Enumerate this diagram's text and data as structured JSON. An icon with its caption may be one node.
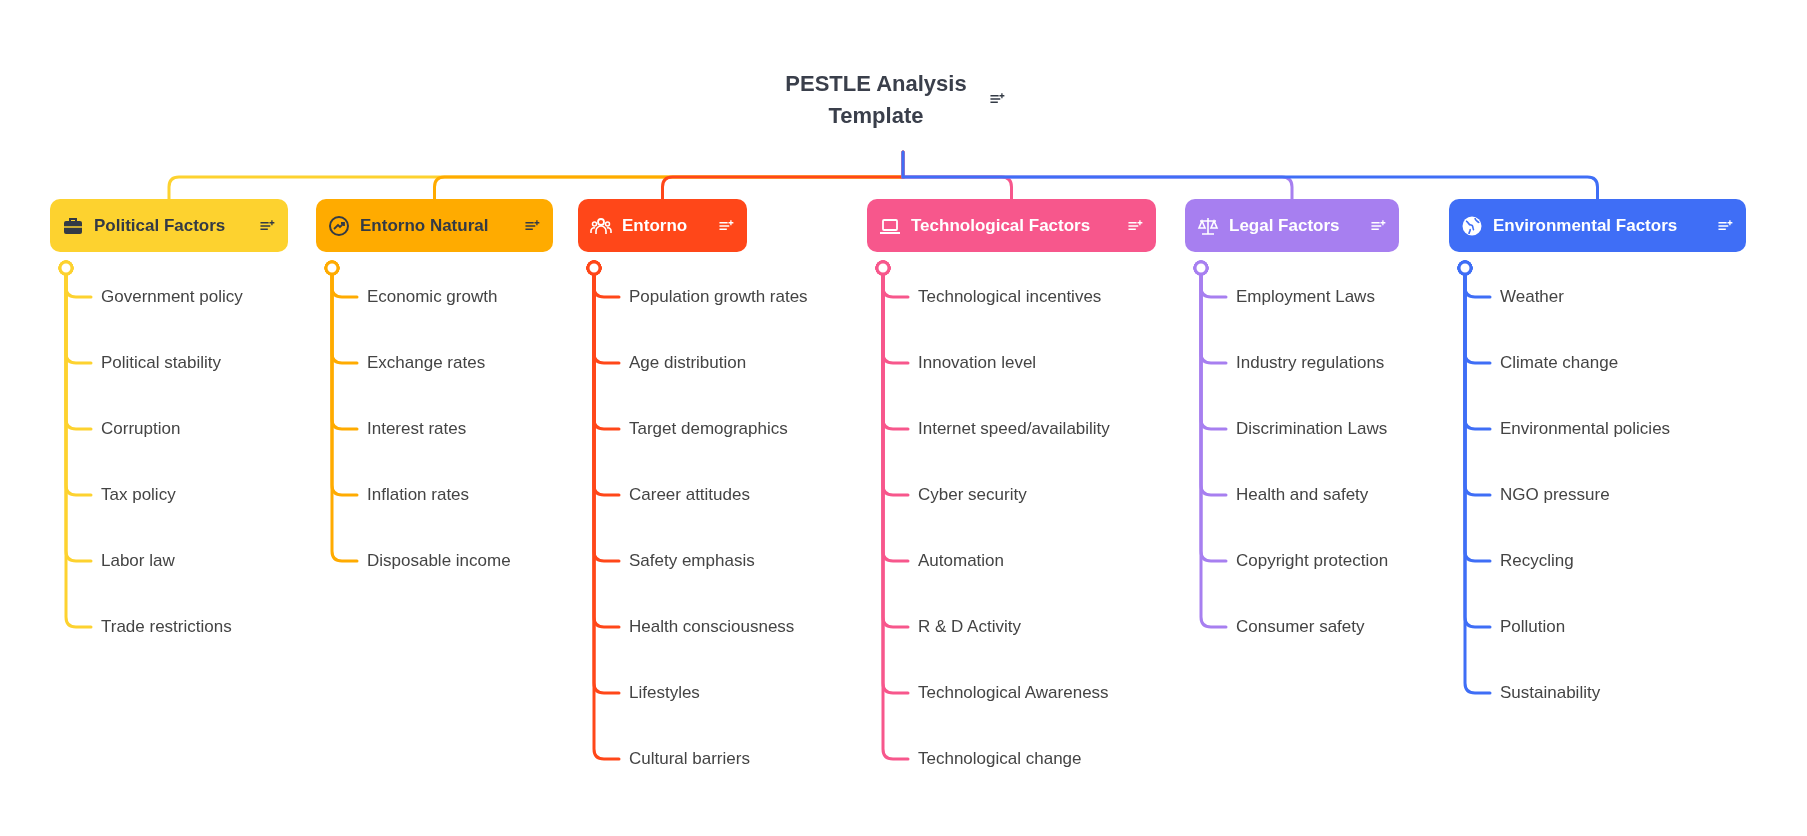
{
  "diagram": {
    "nodes": [
      {
        "text": [
          "PESTLE Analysis Template"
        ]
      },
      {
        "text": [
          "Political Factors"
        ]
      },
      {
        "text": [
          "Entorno Natural"
        ]
      },
      {
        "text": [
          "Entorno"
        ]
      },
      {
        "text": [
          "Technological Factors"
        ]
      },
      {
        "text": [
          "Legal Factors"
        ]
      },
      {
        "text": [
          "Environmental Factors"
        ]
      },
      {
        "text": [
          "Government policy"
        ]
      },
      {
        "text": [
          "Political stability"
        ]
      },
      {
        "text": [
          "Corruption"
        ]
      },
      {
        "text": [
          "Tax policy"
        ]
      },
      {
        "text": [
          "Labor law"
        ]
      },
      {
        "text": [
          "Trade restrictions"
        ]
      },
      {
        "text": [
          "Economic growth"
        ]
      },
      {
        "text": [
          "Exchange rates"
        ]
      },
      {
        "text": [
          "Interest rates"
        ]
      },
      {
        "text": [
          "Inflation rates"
        ]
      },
      {
        "text": [
          "Disposable income"
        ]
      },
      {
        "text": [
          "Population growth rates"
        ]
      },
      {
        "text": [
          "Age distribution"
        ]
      },
      {
        "text": [
          "Target demographics"
        ]
      },
      {
        "text": [
          "Career attitudes"
        ]
      },
      {
        "text": [
          "Safety emphasis"
        ]
      },
      {
        "text": [
          "Health consciousness"
        ]
      },
      {
        "text": [
          "Lifestyles"
        ]
      },
      {
        "text": [
          "Cultural barriers"
        ]
      },
      {
        "text": [
          "Technological incentives"
        ]
      },
      {
        "text": [
          "Innovation level"
        ]
      },
      {
        "text": [
          "Internet speed/availability"
        ]
      },
      {
        "text": [
          "Cyber security"
        ]
      },
      {
        "text": [
          "Automation"
        ]
      },
      {
        "text": [
          "R & D Activity"
        ]
      },
      {
        "text": [
          "Technological Awareness"
        ]
      },
      {
        "text": [
          "Technological change"
        ]
      },
      {
        "text": [
          "Employment Laws"
        ]
      },
      {
        "text": [
          "Industry regulations"
        ]
      },
      {
        "text": [
          "Discrimination Laws"
        ]
      },
      {
        "text": [
          "Health and safety"
        ]
      },
      {
        "text": [
          "Copyright protection"
        ]
      },
      {
        "text": [
          "Consumer safety"
        ]
      },
      {
        "text": [
          "Weather"
        ]
      },
      {
        "text": [
          "Climate change"
        ]
      },
      {
        "text": [
          "Environmental policies"
        ]
      },
      {
        "text": [
          "NGO pressure"
        ]
      },
      {
        "text": [
          "Recycling"
        ]
      },
      {
        "text": [
          "Pollution"
        ]
      },
      {
        "text": [
          "Sustainability"
        ]
      }
    ],
    "edges": [
      {
        "from": 0,
        "to": 1,
        "arrow": "none",
        "color": "#fdd22f"
      },
      {
        "from": 0,
        "to": 2,
        "arrow": "none",
        "color": "#ffab00"
      },
      {
        "from": 0,
        "to": 3,
        "arrow": "none",
        "color": "#ff4719"
      },
      {
        "from": 0,
        "to": 4,
        "arrow": "none",
        "color": "#f7578c"
      },
      {
        "from": 0,
        "to": 5,
        "arrow": "none",
        "color": "#a77ff0"
      },
      {
        "from": 0,
        "to": 6,
        "arrow": "none",
        "color": "#3f6ef6"
      },
      {
        "from": 1,
        "to": 7,
        "arrow": "other",
        "color": "#fdd22f"
      },
      {
        "from": 1,
        "to": 8,
        "arrow": "other",
        "color": "#fdd22f"
      },
      {
        "from": 1,
        "to": 9,
        "arrow": "other",
        "color": "#fdd22f"
      },
      {
        "from": 1,
        "to": 10,
        "arrow": "other",
        "color": "#fdd22f"
      },
      {
        "from": 1,
        "to": 11,
        "arrow": "other",
        "color": "#fdd22f"
      },
      {
        "from": 1,
        "to": 12,
        "arrow": "other",
        "color": "#fdd22f"
      },
      {
        "from": 2,
        "to": 13,
        "arrow": "other",
        "color": "#ffab00"
      },
      {
        "from": 2,
        "to": 14,
        "arrow": "other",
        "color": "#ffab00"
      },
      {
        "from": 2,
        "to": 15,
        "arrow": "other",
        "color": "#ffab00"
      },
      {
        "from": 2,
        "to": 16,
        "arrow": "other",
        "color": "#ffab00"
      },
      {
        "from": 2,
        "to": 17,
        "arrow": "other",
        "color": "#ffab00"
      },
      {
        "from": 3,
        "to": 18,
        "arrow": "other",
        "color": "#ff4719"
      },
      {
        "from": 3,
        "to": 19,
        "arrow": "other",
        "color": "#ff4719"
      },
      {
        "from": 3,
        "to": 20,
        "arrow": "other",
        "color": "#ff4719"
      },
      {
        "from": 3,
        "to": 21,
        "arrow": "other",
        "color": "#ff4719"
      },
      {
        "from": 3,
        "to": 22,
        "arrow": "other",
        "color": "#ff4719"
      },
      {
        "from": 3,
        "to": 23,
        "arrow": "other",
        "color": "#ff4719"
      },
      {
        "from": 3,
        "to": 24,
        "arrow": "other",
        "color": "#ff4719"
      },
      {
        "from": 3,
        "to": 25,
        "arrow": "other",
        "color": "#ff4719"
      },
      {
        "from": 4,
        "to": 26,
        "arrow": "other",
        "color": "#f7578c"
      },
      {
        "from": 4,
        "to": 27,
        "arrow": "other",
        "color": "#f7578c"
      },
      {
        "from": 4,
        "to": 28,
        "arrow": "other",
        "color": "#f7578c"
      },
      {
        "from": 4,
        "to": 29,
        "arrow": "other",
        "color": "#f7578c"
      },
      {
        "from": 4,
        "to": 30,
        "arrow": "other",
        "color": "#f7578c"
      },
      {
        "from": 4,
        "to": 31,
        "arrow": "other",
        "color": "#f7578c"
      },
      {
        "from": 4,
        "to": 32,
        "arrow": "other",
        "color": "#f7578c"
      },
      {
        "from": 4,
        "to": 33,
        "arrow": "other",
        "color": "#f7578c"
      },
      {
        "from": 5,
        "to": 34,
        "arrow": "other",
        "color": "#a77ff0"
      },
      {
        "from": 5,
        "to": 35,
        "arrow": "other",
        "color": "#a77ff0"
      },
      {
        "from": 5,
        "to": 36,
        "arrow": "other",
        "color": "#a77ff0"
      },
      {
        "from": 5,
        "to": 37,
        "arrow": "other",
        "color": "#a77ff0"
      },
      {
        "from": 5,
        "to": 38,
        "arrow": "other",
        "color": "#a77ff0"
      },
      {
        "from": 5,
        "to": 39,
        "arrow": "other",
        "color": "#a77ff0"
      },
      {
        "from": 6,
        "to": 40,
        "arrow": "other",
        "color": "#3f6ef6"
      },
      {
        "from": 6,
        "to": 41,
        "arrow": "other",
        "color": "#3f6ef6"
      },
      {
        "from": 6,
        "to": 42,
        "arrow": "other",
        "color": "#3f6ef6"
      },
      {
        "from": 6,
        "to": 43,
        "arrow": "other",
        "color": "#3f6ef6"
      },
      {
        "from": 6,
        "to": 44,
        "arrow": "other",
        "color": "#3f6ef6"
      },
      {
        "from": 6,
        "to": 45,
        "arrow": "other",
        "color": "#3f6ef6"
      },
      {
        "from": 6,
        "to": 46,
        "arrow": "other",
        "color": "#3f6ef6"
      }
    ]
  }
}
